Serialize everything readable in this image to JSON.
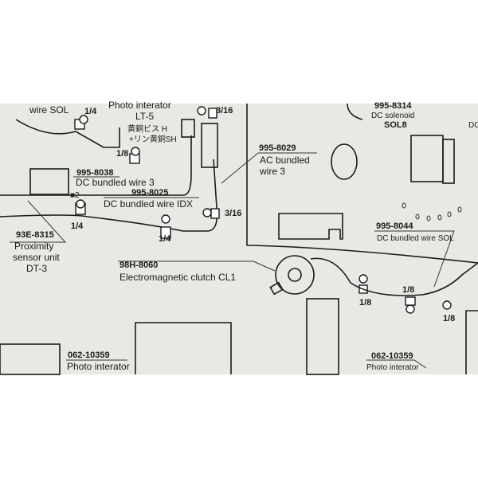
{
  "labels": {
    "wire_sol_top": "wire SOL",
    "photo_lt5_title": "Photo interator",
    "photo_lt5_id": "LT-5",
    "jp_line1": "黄銅ビス H",
    "jp_line2": "+リン黄銅SH",
    "frac_1_4_top": "1/4",
    "frac_3_16_top": "3/16",
    "frac_1_8_left": "1/8",
    "dc3_part": "995-8038",
    "dc3_name": "DC bundled wire 3",
    "idx_part": "995-8025",
    "idx_name": "DC bundled wire IDX",
    "frac_3_16_mid": "3/16",
    "frac_1_4_a": "1/4",
    "frac_1_4_b": "1/4",
    "mark_2": "■2",
    "prox_part": "93E-8315",
    "prox_name1": "Proximity",
    "prox_name2": "sensor unit",
    "prox_name3": "DT-3",
    "clutch_part": "98H-8060",
    "clutch_name": "Electromagnetic clutch CL1",
    "ac3_part": "995-8029",
    "ac3_name1": "AC bundled",
    "ac3_name2": "wire 3",
    "sol_part": "995-8314",
    "sol_name1": "DC solenoid",
    "sol_name2": "SOL8",
    "dcsol_part": "995-8044",
    "dcsol_name": "DC bundled wire SOL",
    "frac_1_8_a": "1/8",
    "frac_1_8_b": "1/8",
    "frac_1_8_c": "1/8",
    "pi_left_part": "062-10359",
    "pi_left_name": "Photo interator",
    "pi_right_part": "062-10359",
    "pi_right_name": "Photo interator",
    "edge_dc": "DC"
  },
  "colors": {
    "paper": "#e9e9e6",
    "ink": "#1b1b1b"
  }
}
